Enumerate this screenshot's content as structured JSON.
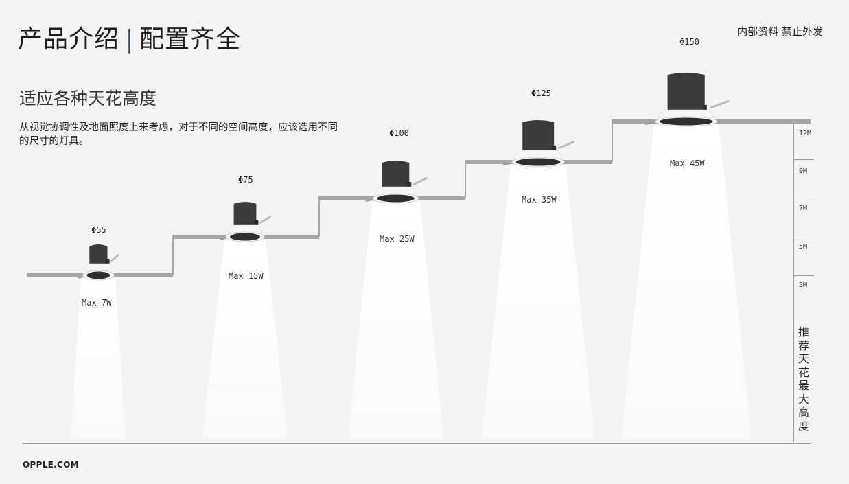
{
  "header": {
    "title_main": "产品介绍",
    "title_sep": "|",
    "title_sub": "配置齐全",
    "confidential": "内部资料 禁止外发"
  },
  "intro": {
    "subtitle": "适应各种天花高度",
    "description": "从视觉协调性及地面照度上来考虑，对于不同的空间高度，应该选用不同的尺寸的灯具。"
  },
  "lamps": [
    {
      "diameter": "Φ55",
      "power": "Max 7W"
    },
    {
      "diameter": "Φ75",
      "power": "Max 15W"
    },
    {
      "diameter": "Φ100",
      "power": "Max 25W"
    },
    {
      "diameter": "Φ125",
      "power": "Max 35W"
    },
    {
      "diameter": "Φ150",
      "power": "Max 45W"
    }
  ],
  "scale": {
    "ticks": [
      "12M",
      "9M",
      "7M",
      "5M",
      "3M"
    ],
    "label_chars": [
      "推",
      "荐",
      "天",
      "花",
      "最",
      "大",
      "高",
      "度"
    ]
  },
  "footer": {
    "logo": "OPPLE.COM"
  },
  "colors": {
    "background": "#f4f4f4",
    "step": "#a6a6a6",
    "lamp_body": "#3a3a3a",
    "lamp_trim": "#ffffff",
    "title_separator": "#2a3a6a"
  }
}
